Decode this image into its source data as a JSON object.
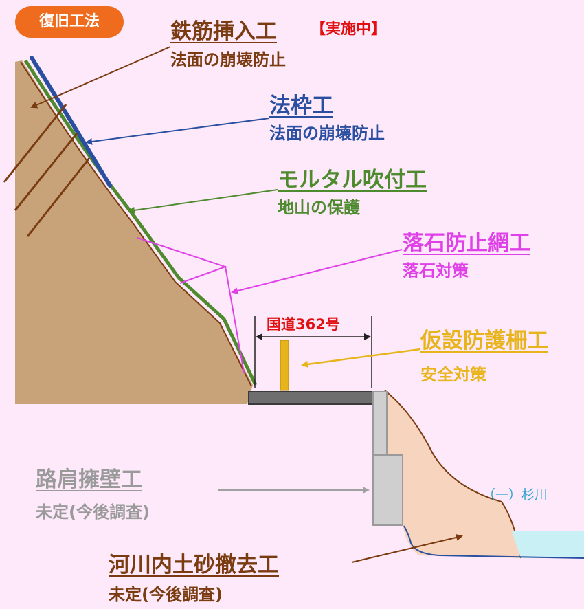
{
  "badge": "復旧工法",
  "colors": {
    "background": "#fde9fa",
    "badge": "#ef6c1e",
    "rebar": "#7a3b10",
    "frame": "#2a4fa0",
    "mortar": "#4e8a2e",
    "net": "#e040e8",
    "fence": "#e8b41b",
    "retaining": "#9a9a9a",
    "road_name": "#e01010",
    "river": "#2aa3cf",
    "slope_soil": "#c8a37a",
    "riverbank_soil": "#f6d4bd"
  },
  "methods": [
    {
      "id": "rebar",
      "title": "鉄筋挿入工",
      "status": "【実施中】",
      "purpose": "法面の崩壊防止",
      "color": "#7a3b10"
    },
    {
      "id": "frame",
      "title": "法枠工",
      "purpose": "法面の崩壊防止",
      "color": "#2a4fa0"
    },
    {
      "id": "mortar",
      "title": "モルタル吹付工",
      "purpose": "地山の保護",
      "color": "#4e8a2e"
    },
    {
      "id": "net",
      "title": "落石防止網工",
      "purpose": "落石対策",
      "color": "#e040e8"
    },
    {
      "id": "fence",
      "title": "仮設防護柵工",
      "purpose": "安全対策",
      "color": "#e8b41b"
    },
    {
      "id": "retaining",
      "title": "路肩擁壁工",
      "purpose": "未定(今後調査)",
      "color": "#9a9a9a"
    },
    {
      "id": "sediment",
      "title": "河川内土砂撤去工",
      "purpose": "未定(今後調査)",
      "color": "#7a3b10"
    }
  ],
  "road": "国道362号",
  "river": "（一）杉川"
}
